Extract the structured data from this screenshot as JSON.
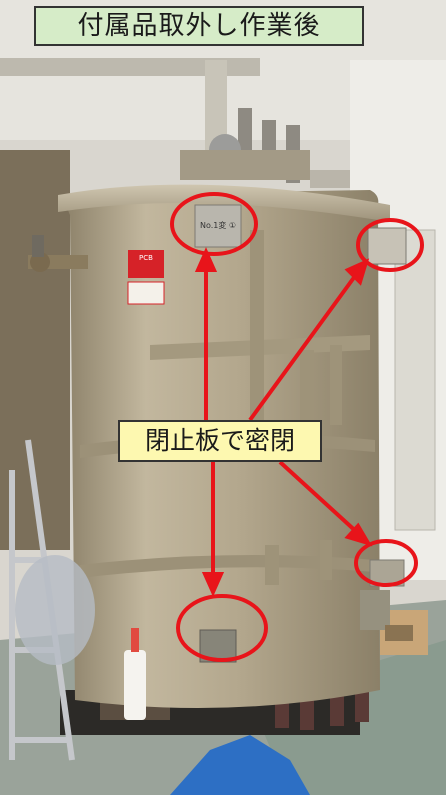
{
  "title": "付属品取外し作業後",
  "callout": "閉止板で密閉",
  "photo_labels": {
    "warning_sign": "PCB",
    "nameplate": "No.1変 ①"
  },
  "colors": {
    "title_bg": "#d6ecc8",
    "callout_bg": "#fdf8b0",
    "annotation_red": "#e8141a",
    "transformer_tan": "#b0a38a"
  }
}
